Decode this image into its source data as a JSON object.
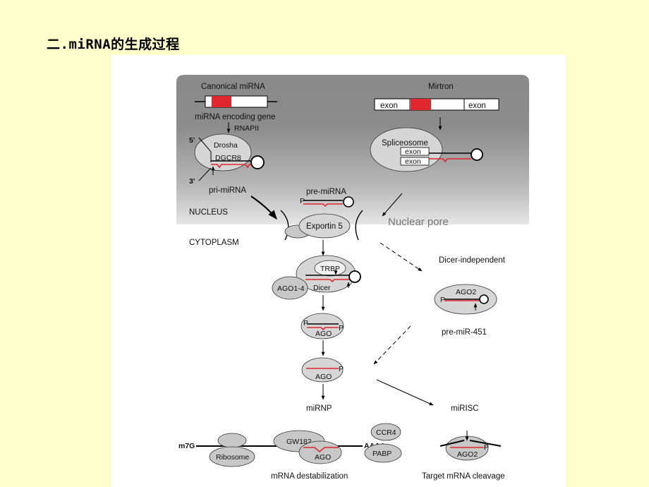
{
  "slide": {
    "title": "二.miRNA的生成过程"
  },
  "diagram": {
    "canonical_mirna": "Canonical miRNA",
    "mirtron": "Mirtron",
    "encoding_gene": "miRNA encoding gene",
    "rnapii": "RNAPII",
    "drosha": "Drosha",
    "dgcr8": "DGCR8",
    "five_prime": "5'",
    "three_prime": "3'",
    "exon": "exon",
    "spliceosome": "Spliceosome",
    "pri_mirna": "pri-miRNA",
    "pre_mirna": "pre-miRNA",
    "nucleus": "NUCLEUS",
    "exportin5": "Exportin 5",
    "nuclear_pore": "Nuclear pore",
    "cytoplasm": "CYTOPLASM",
    "dicer_independent": "Dicer-independent",
    "trbp": "TRBP",
    "ago1_4": "AGO1-4",
    "dicer": "Dicer",
    "ago2": "AGO2",
    "pre_mir_451": "pre-miR-451",
    "ago": "AGO",
    "p": "P",
    "mirnp": "miRNP",
    "mirisc": "miRISC",
    "m7g": "m7G",
    "gw182": "GW182",
    "ccr4": "CCR4",
    "aaaa": "AAAA",
    "pabp": "PABP",
    "ribosome": "Ribosome",
    "mrna_destabilization": "mRNA destabilization",
    "target_cleavage": "Target mRNA cleavage",
    "colors": {
      "background": "#ffffcc",
      "red": "#e0262e",
      "nucleus_gray": "#7a7a7a",
      "protein": "#c8c8c8"
    }
  }
}
